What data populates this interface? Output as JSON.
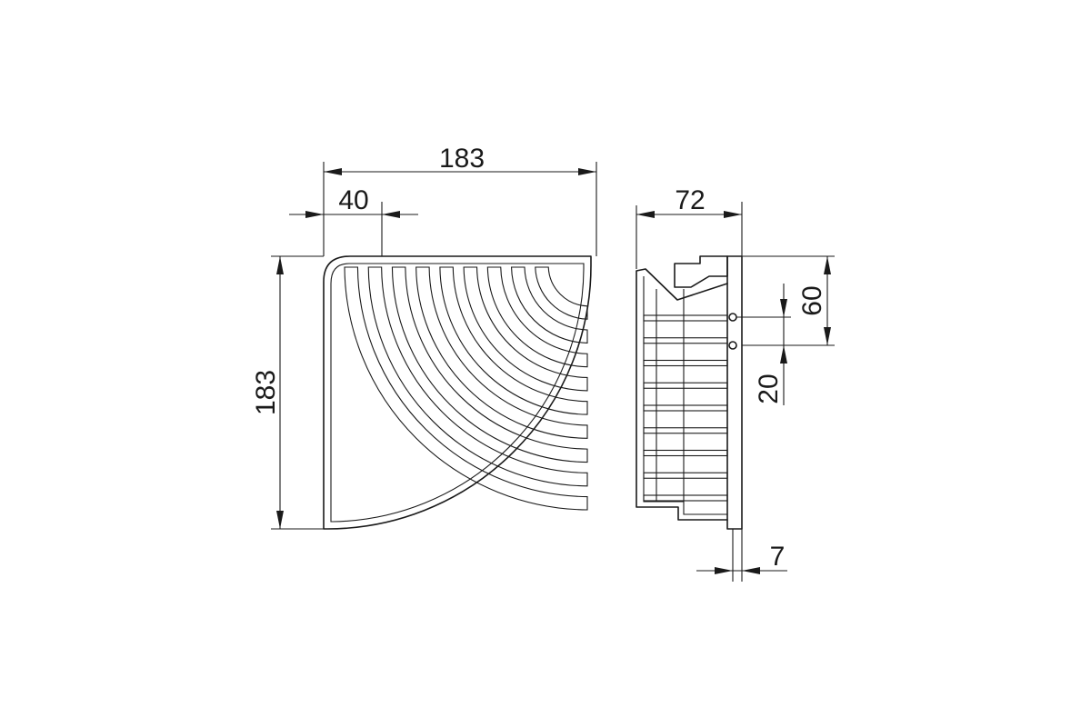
{
  "drawing": {
    "top_view": {
      "width_label": "183",
      "depth_label": "183",
      "offset_label": "40",
      "ribs": 9
    },
    "side_view": {
      "depth_label": "72",
      "mount_height_label": "60",
      "hole_offset_label": "20",
      "wall_thickness_label": "7",
      "bars": 9
    }
  }
}
